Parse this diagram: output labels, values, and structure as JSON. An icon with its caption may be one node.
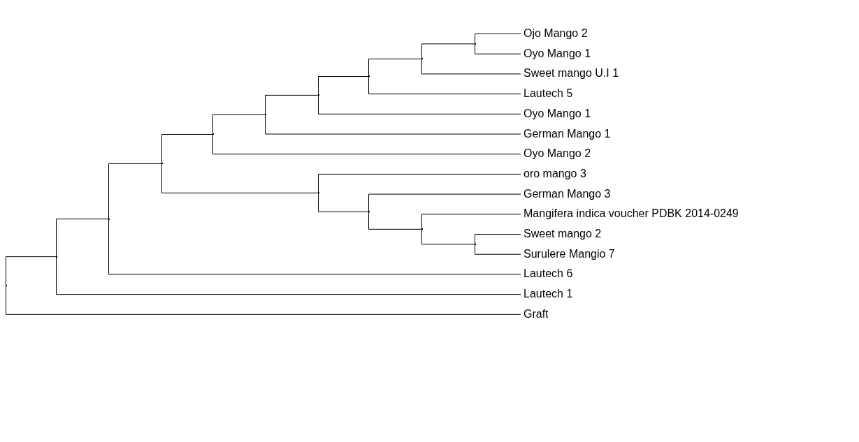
{
  "diagram": {
    "nodes": [
      {
        "text": [
          "Ojo Mango 2"
        ]
      },
      {
        "text": [
          "Oyo Mango 1"
        ]
      },
      {
        "text": [
          "Sweet mango U.I 1"
        ]
      },
      {
        "text": [
          "Lautech 5"
        ]
      },
      {
        "text": [
          "Oyo Mango 1"
        ]
      },
      {
        "text": [
          "German Mango 1"
        ]
      },
      {
        "text": [
          "Oyo Mango 2"
        ]
      },
      {
        "text": [
          "oro mango 3"
        ]
      },
      {
        "text": [
          "German Mango 3"
        ]
      },
      {
        "text": [
          "Mangifera indica voucher PDBK 2014-0249"
        ]
      },
      {
        "text": [
          "Sweet mango 2"
        ]
      },
      {
        "text": [
          "Surulere Mangio 7"
        ]
      },
      {
        "text": [
          "Lautech 6"
        ]
      },
      {
        "text": [
          "Lautech 1"
        ]
      },
      {
        "text": [
          "Graft"
        ]
      },
      {
        "text": [],
        "shape": "point"
      },
      {
        "text": [],
        "shape": "point"
      },
      {
        "text": [],
        "shape": "point"
      },
      {
        "text": [],
        "shape": "point"
      },
      {
        "text": [],
        "shape": "point"
      },
      {
        "text": [],
        "shape": "point"
      },
      {
        "text": [],
        "shape": "point"
      },
      {
        "text": [],
        "shape": "point"
      },
      {
        "text": [],
        "shape": "point"
      },
      {
        "text": [],
        "shape": "point"
      },
      {
        "text": [],
        "shape": "point"
      },
      {
        "text": [],
        "shape": "point"
      },
      {
        "text": [],
        "shape": "point"
      },
      {
        "text": [],
        "shape": "point"
      }
    ],
    "edges": [
      {
        "from": 15,
        "to": 14,
        "arrow": "none"
      },
      {
        "from": 15,
        "to": 16,
        "arrow": "none"
      },
      {
        "from": 16,
        "to": 13,
        "arrow": "none"
      },
      {
        "from": 16,
        "to": 17,
        "arrow": "none"
      },
      {
        "from": 17,
        "to": 12,
        "arrow": "none"
      },
      {
        "from": 17,
        "to": 18,
        "arrow": "none"
      },
      {
        "from": 18,
        "to": 19,
        "arrow": "none"
      },
      {
        "from": 18,
        "to": 25,
        "arrow": "none"
      },
      {
        "from": 19,
        "to": 20,
        "arrow": "none"
      },
      {
        "from": 19,
        "to": 6,
        "arrow": "none"
      },
      {
        "from": 20,
        "to": 21,
        "arrow": "none"
      },
      {
        "from": 20,
        "to": 5,
        "arrow": "none"
      },
      {
        "from": 21,
        "to": 22,
        "arrow": "none"
      },
      {
        "from": 21,
        "to": 4,
        "arrow": "none"
      },
      {
        "from": 22,
        "to": 23,
        "arrow": "none"
      },
      {
        "from": 22,
        "to": 3,
        "arrow": "none"
      },
      {
        "from": 23,
        "to": 24,
        "arrow": "none"
      },
      {
        "from": 23,
        "to": 2,
        "arrow": "none"
      },
      {
        "from": 24,
        "to": 0,
        "arrow": "none"
      },
      {
        "from": 24,
        "to": 1,
        "arrow": "none"
      },
      {
        "from": 25,
        "to": 7,
        "arrow": "none"
      },
      {
        "from": 25,
        "to": 26,
        "arrow": "none"
      },
      {
        "from": 26,
        "to": 8,
        "arrow": "none"
      },
      {
        "from": 26,
        "to": 27,
        "arrow": "none"
      },
      {
        "from": 27,
        "to": 9,
        "arrow": "none"
      },
      {
        "from": 27,
        "to": 28,
        "arrow": "none"
      },
      {
        "from": 28,
        "to": 10,
        "arrow": "none"
      },
      {
        "from": 28,
        "to": 11,
        "arrow": "none"
      }
    ]
  }
}
